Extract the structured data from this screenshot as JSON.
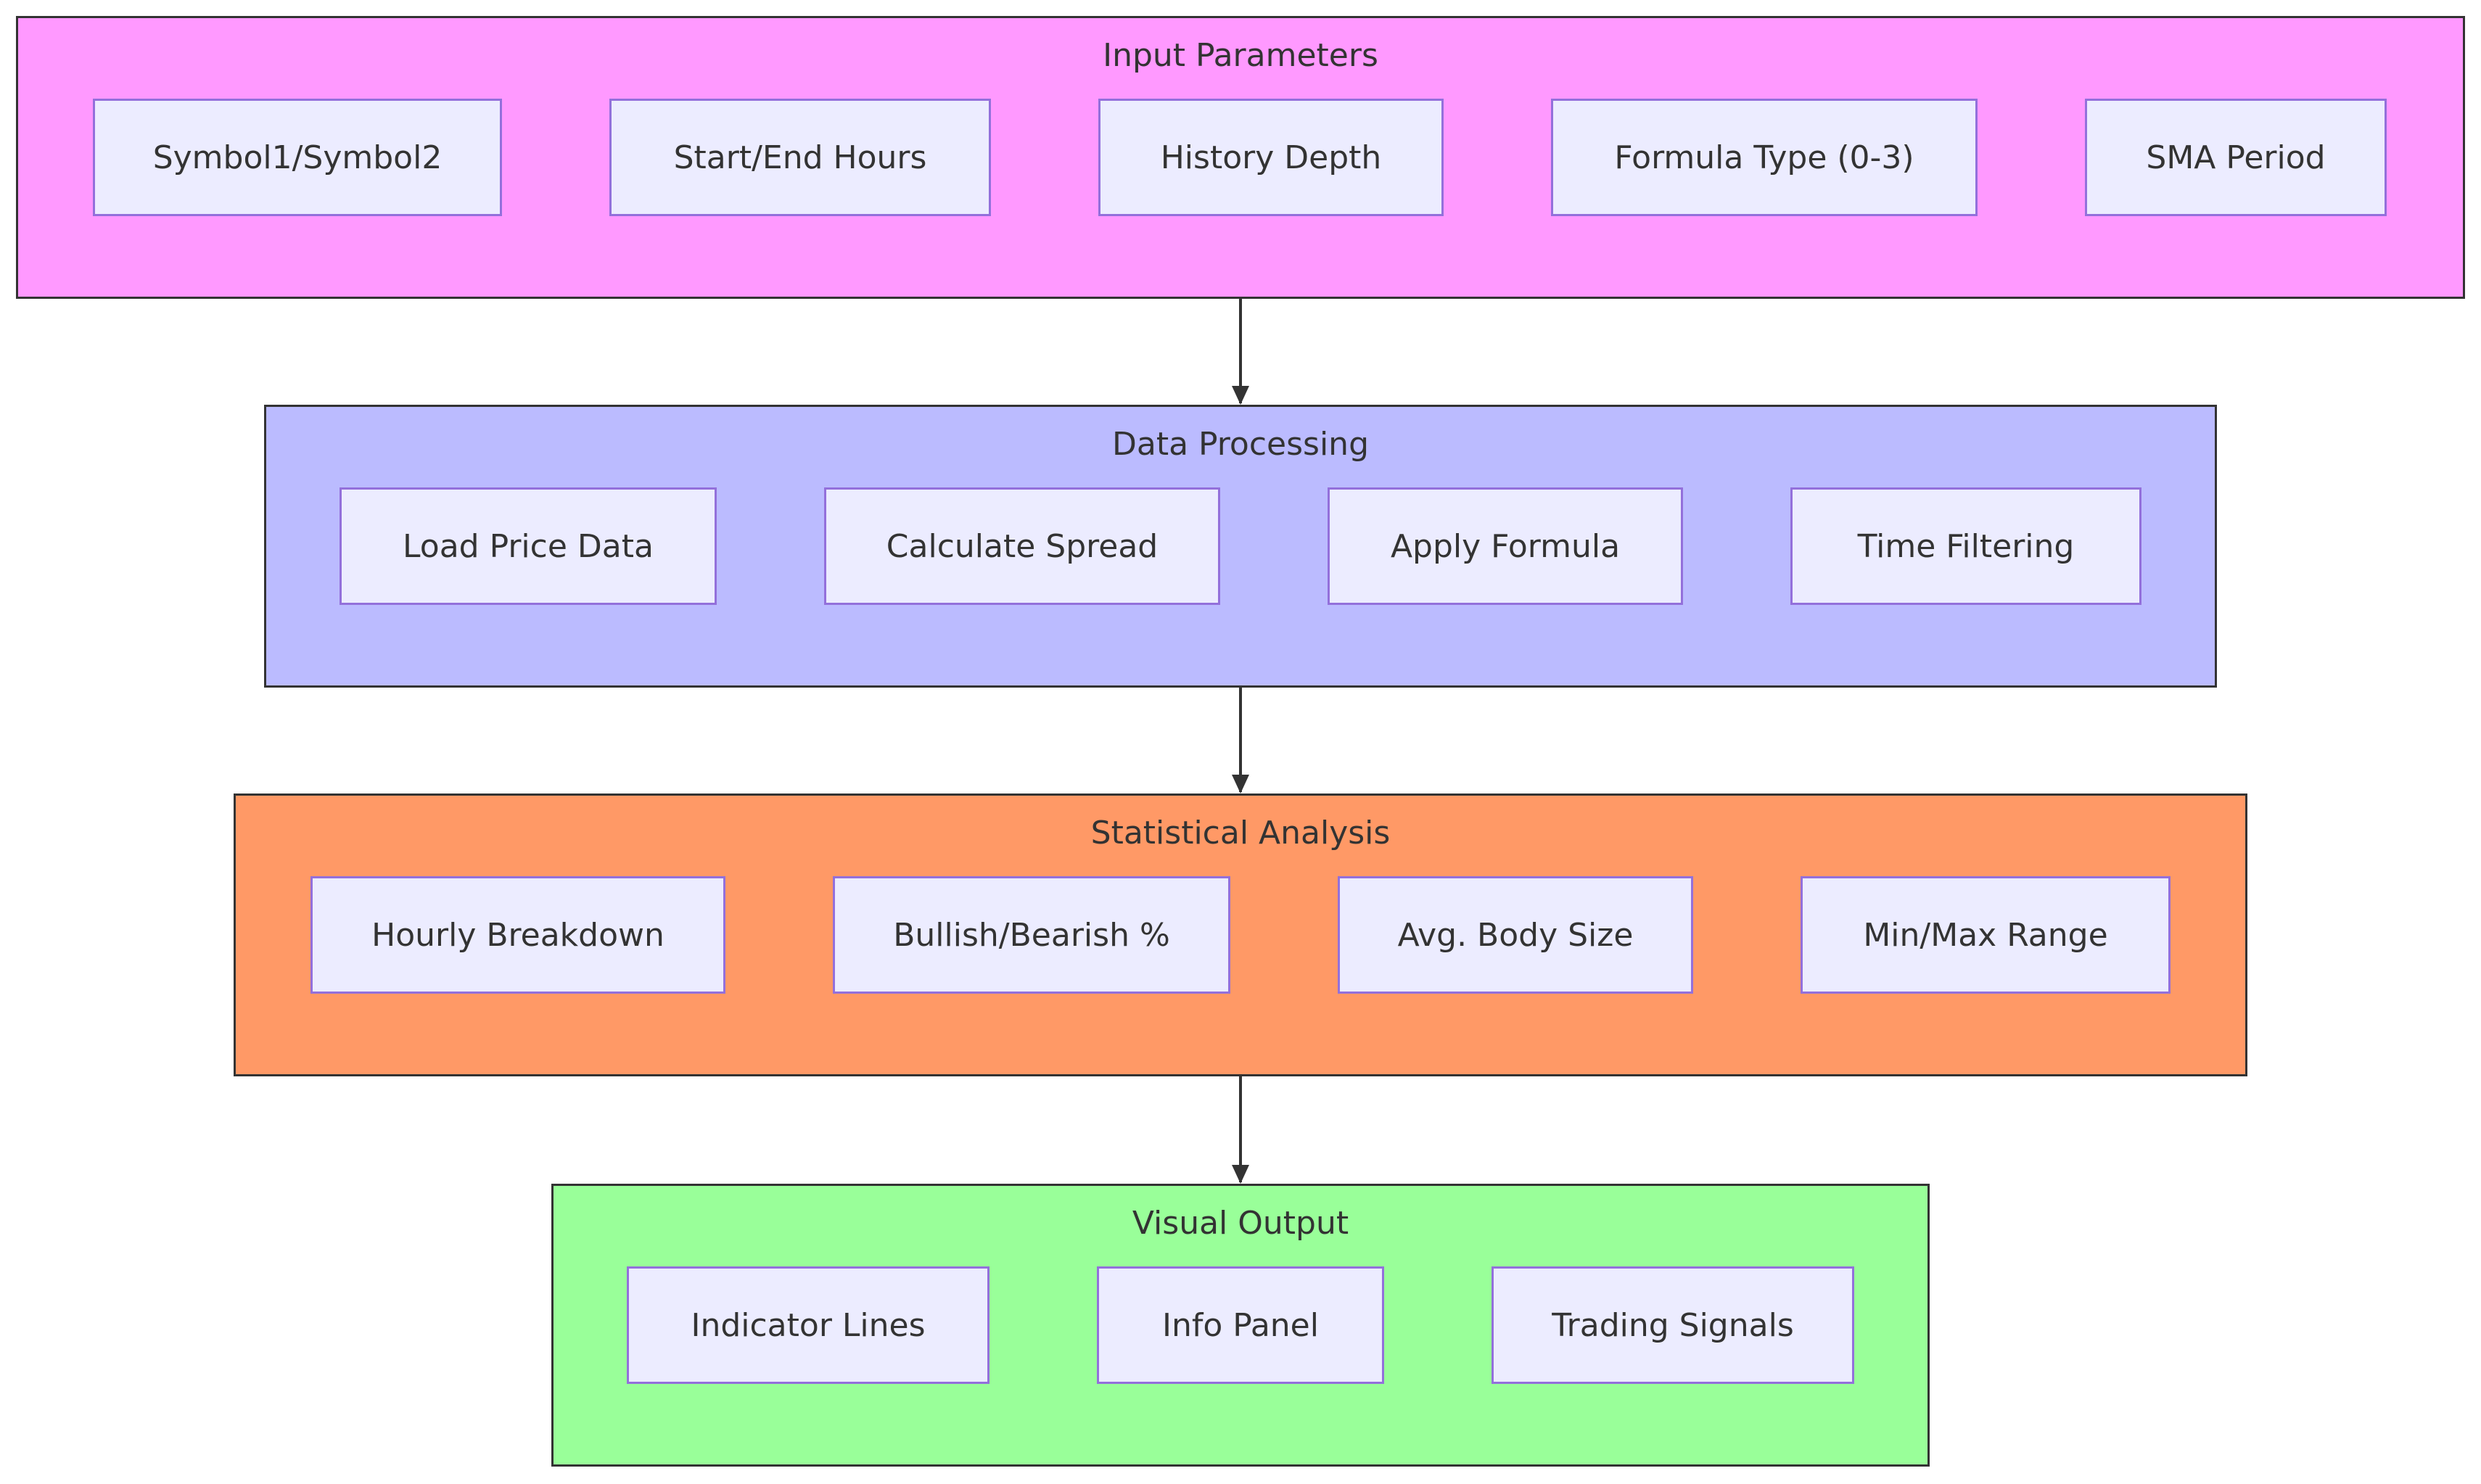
{
  "groups": [
    {
      "title": "Input Parameters",
      "color": "#ff99ff",
      "nodes": [
        "Symbol1/Symbol2",
        "Start/End Hours",
        "History Depth",
        "Formula Type (0-3)",
        "SMA Period"
      ]
    },
    {
      "title": "Data Processing",
      "color": "#bbbbff",
      "nodes": [
        "Load Price Data",
        "Calculate Spread",
        "Apply Formula",
        "Time Filtering"
      ]
    },
    {
      "title": "Statistical Analysis",
      "color": "#ff9966",
      "nodes": [
        "Hourly Breakdown",
        "Bullish/Bearish %",
        "Avg. Body Size",
        "Min/Max Range"
      ]
    },
    {
      "title": "Visual Output",
      "color": "#99ff99",
      "nodes": [
        "Indicator Lines",
        "Info Panel",
        "Trading Signals"
      ]
    }
  ],
  "edges": [
    {
      "from": "Input Parameters",
      "to": "Data Processing"
    },
    {
      "from": "Data Processing",
      "to": "Statistical Analysis"
    },
    {
      "from": "Statistical Analysis",
      "to": "Visual Output"
    }
  ],
  "style": {
    "node_fill": "#ececff",
    "node_border": "#9370db",
    "cluster_border": "#333333",
    "edge_color": "#333333"
  }
}
